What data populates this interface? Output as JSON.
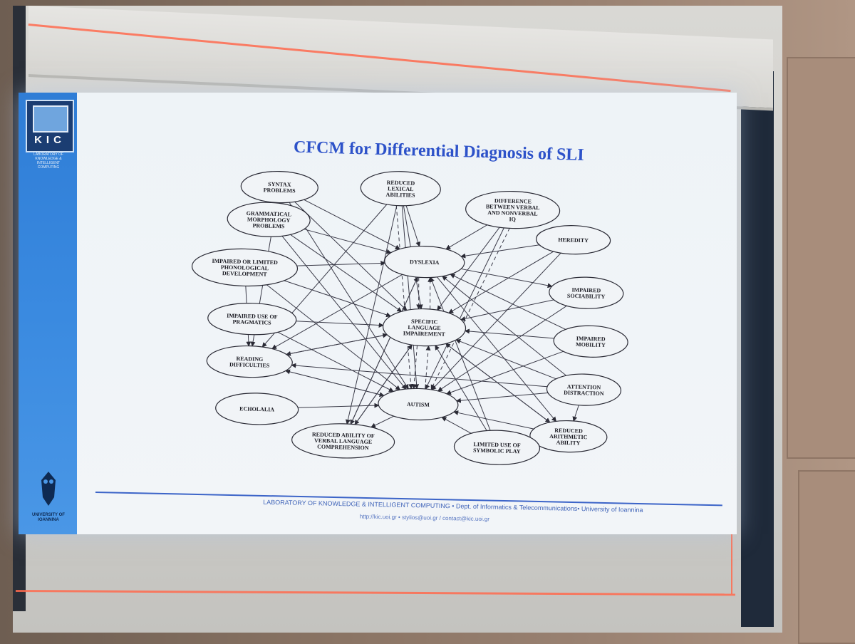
{
  "slide": {
    "title": "CFCM for Differential Diagnosis of SLI",
    "logo_letters": "KIC",
    "logo_subtitle": "LABORATORY OF KNOWLEDGE & INTELLIGENT COMPUTING",
    "university_logo_text": "UNIVERSITY OF IOANNINA",
    "footer": "LABORATORY OF KNOWLEDGE & INTELLIGENT COMPUTING • Dept. of Informatics & Telecommunications• University of Ioannina",
    "footer_links": "http://kic.uoi.gr  •  stylios@uoi.gr /  contact@kic.uoi.gr"
  },
  "diagram": {
    "nodes": [
      {
        "id": "syntax",
        "lines": [
          "SYNTAX",
          "PROBLEMS"
        ]
      },
      {
        "id": "lexical",
        "lines": [
          "REDUCED",
          "LEXICAL",
          "ABILITIES"
        ]
      },
      {
        "id": "verbal_iq",
        "lines": [
          "DIFFERENCE",
          "BETWEEN VERBAL",
          "AND NONVERBAL",
          "IQ"
        ]
      },
      {
        "id": "grammar",
        "lines": [
          "GRAMMATICAL",
          "MORPHOLOGY",
          "PROBLEMS"
        ]
      },
      {
        "id": "heredity",
        "lines": [
          "HEREDITY"
        ]
      },
      {
        "id": "dyslexia",
        "lines": [
          "DYSLEXIA"
        ]
      },
      {
        "id": "phonological",
        "lines": [
          "IMPAIRED OR LIMITED",
          "PHONOLOGICAL",
          "DEVELOPMENT"
        ]
      },
      {
        "id": "sociability",
        "lines": [
          "IMPAIRED",
          "SOCIABILITY"
        ]
      },
      {
        "id": "pragmatics",
        "lines": [
          "IMPAIRED USE OF",
          "PRAGMATICS"
        ]
      },
      {
        "id": "sli",
        "lines": [
          "SPECIFIC",
          "LANGUAGE",
          "IMPAIREMENT"
        ]
      },
      {
        "id": "mobility",
        "lines": [
          "IMPAIRED",
          "MOBILITY"
        ]
      },
      {
        "id": "reading",
        "lines": [
          "READING",
          "DIFFICULTIES"
        ]
      },
      {
        "id": "attention",
        "lines": [
          "ATTENTION",
          "DISTRACTION"
        ]
      },
      {
        "id": "echolalia",
        "lines": [
          "ECHOLALIA"
        ]
      },
      {
        "id": "autism",
        "lines": [
          "AUTISM"
        ]
      },
      {
        "id": "arithmetic",
        "lines": [
          "REDUCED",
          "ARITHMETIC",
          "ABILITY"
        ]
      },
      {
        "id": "comprehension",
        "lines": [
          "REDUCED ABILITY OF",
          "VERBAL LANGUAGE",
          "COMPREHENSION"
        ]
      },
      {
        "id": "symbolic",
        "lines": [
          "LIMITED USE OF",
          "SYMBOLIC PLAY"
        ]
      }
    ],
    "edges": [
      [
        "syntax",
        "dyslexia"
      ],
      [
        "syntax",
        "sli"
      ],
      [
        "syntax",
        "autism"
      ],
      [
        "syntax",
        "reading"
      ],
      [
        "lexical",
        "dyslexia"
      ],
      [
        "lexical",
        "sli"
      ],
      [
        "lexical",
        "autism"
      ],
      [
        "lexical",
        "reading"
      ],
      [
        "lexical",
        "comprehension"
      ],
      [
        "verbal_iq",
        "dyslexia"
      ],
      [
        "verbal_iq",
        "sli"
      ],
      [
        "verbal_iq",
        "autism"
      ],
      [
        "grammar",
        "syntax"
      ],
      [
        "grammar",
        "dyslexia"
      ],
      [
        "grammar",
        "sli"
      ],
      [
        "grammar",
        "autism"
      ],
      [
        "heredity",
        "dyslexia"
      ],
      [
        "heredity",
        "sli"
      ],
      [
        "heredity",
        "autism"
      ],
      [
        "phonological",
        "dyslexia"
      ],
      [
        "phonological",
        "sli"
      ],
      [
        "phonological",
        "autism"
      ],
      [
        "phonological",
        "reading"
      ],
      [
        "dyslexia",
        "sociability"
      ],
      [
        "dyslexia",
        "arithmetic"
      ],
      [
        "dyslexia",
        "reading"
      ],
      [
        "dyslexia",
        "comprehension"
      ],
      [
        "sociability",
        "sli"
      ],
      [
        "sociability",
        "autism"
      ],
      [
        "pragmatics",
        "sli"
      ],
      [
        "pragmatics",
        "autism"
      ],
      [
        "sli",
        "reading"
      ],
      [
        "sli",
        "comprehension"
      ],
      [
        "sli",
        "arithmetic"
      ],
      [
        "mobility",
        "dyslexia"
      ],
      [
        "mobility",
        "autism"
      ],
      [
        "mobility",
        "sli"
      ],
      [
        "reading",
        "sli"
      ],
      [
        "reading",
        "autism"
      ],
      [
        "attention",
        "dyslexia"
      ],
      [
        "attention",
        "sli"
      ],
      [
        "attention",
        "autism"
      ],
      [
        "attention",
        "arithmetic"
      ],
      [
        "attention",
        "reading"
      ],
      [
        "echolalia",
        "autism"
      ],
      [
        "autism",
        "reading"
      ],
      [
        "autism",
        "comprehension"
      ],
      [
        "arithmetic",
        "sli"
      ],
      [
        "arithmetic",
        "autism"
      ],
      [
        "symbolic",
        "dyslexia"
      ],
      [
        "symbolic",
        "sli"
      ],
      [
        "symbolic",
        "autism"
      ],
      [
        "comprehension",
        "dyslexia"
      ],
      [
        "comprehension",
        "sli"
      ]
    ],
    "dashed_edges": [
      [
        "dyslexia",
        "sli"
      ],
      [
        "sli",
        "dyslexia"
      ],
      [
        "sli",
        "autism"
      ],
      [
        "autism",
        "sli"
      ],
      [
        "lexical",
        "autism"
      ],
      [
        "verbal_iq",
        "autism"
      ]
    ]
  }
}
